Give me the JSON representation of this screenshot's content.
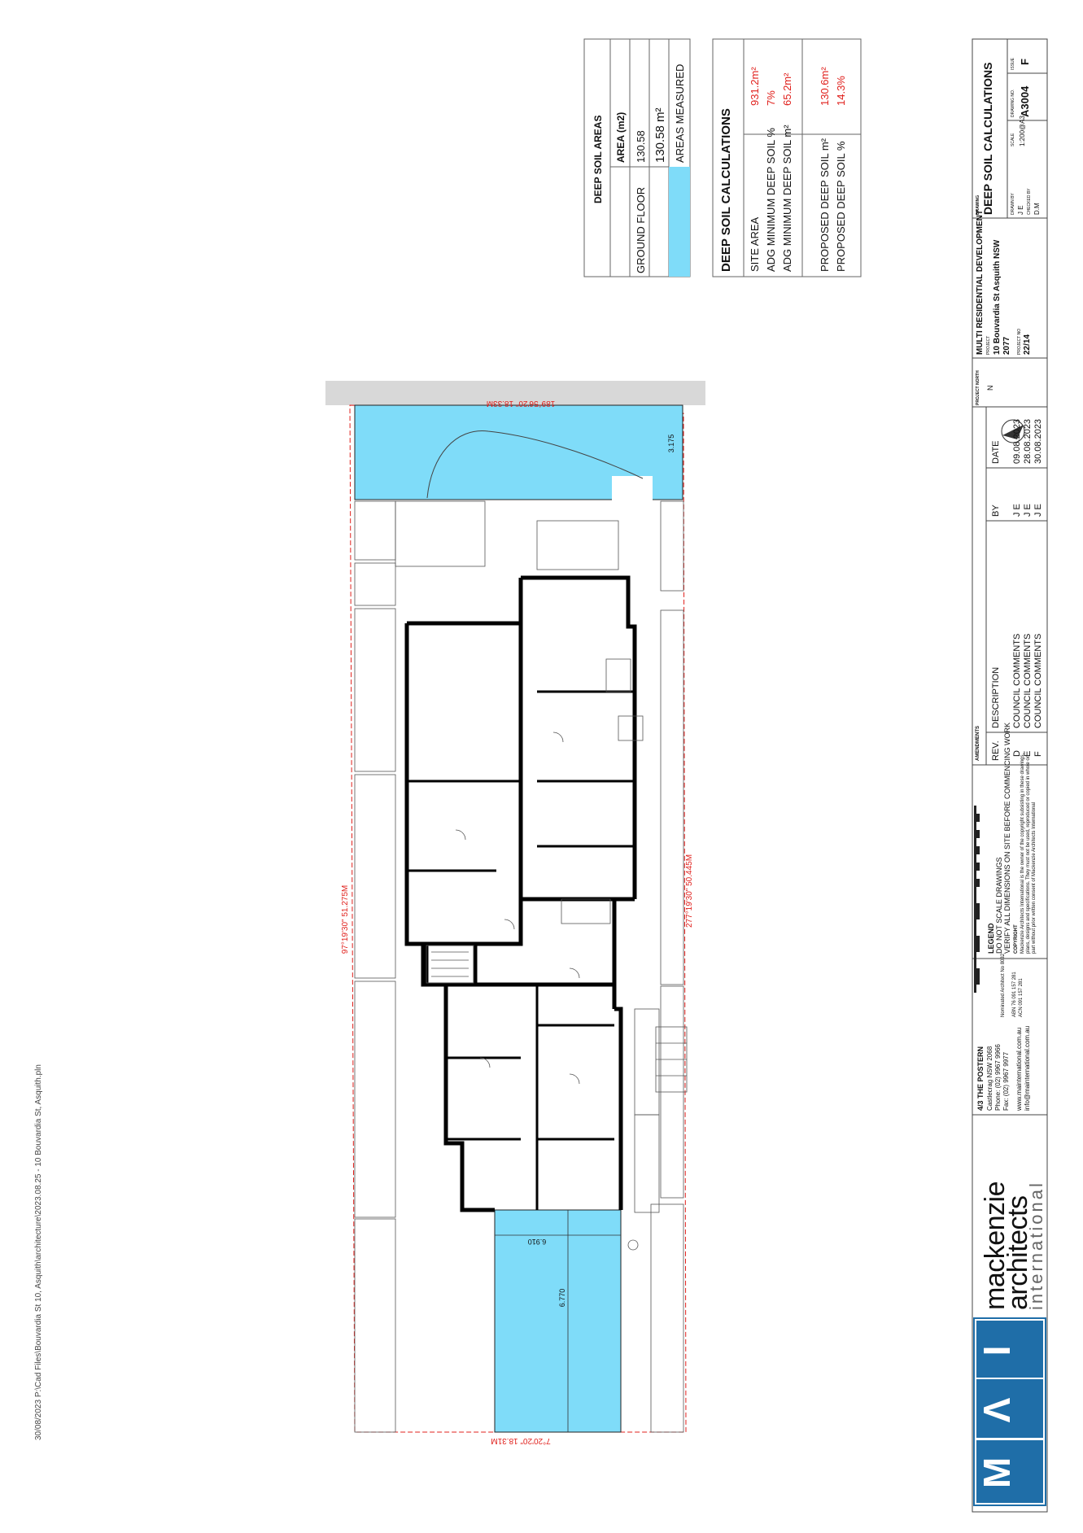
{
  "file_path": "30/08/2023 P:\\Cad Files\\Bouvardia St 10, Asquith\\architecture\\2023.08.25 - 10 Bouvardia St, Asquith.pln",
  "colors": {
    "deep_soil": "#7fdcf9",
    "site_boundary": "#e0201c",
    "brand_blue": "#1f6ea8",
    "walls": "#000000",
    "road": "#d8d8d8"
  },
  "plan": {
    "boundary_top": "189°56'20\" 18.33M",
    "boundary_left": "97°19'30\" 51.275M",
    "boundary_right": "277°19'30\" 50.445M",
    "boundary_bottom": "7°20'20\" 18.31M",
    "dim_setback": "3.175",
    "dim_width": "6.910",
    "dim_length": "6.770"
  },
  "deep_soil_areas": {
    "title": "DEEP SOIL AREAS",
    "col_header": "AREA (m2)",
    "row_label": "GROUND FLOOR",
    "row_value": "130.58",
    "total": "130.58 m²",
    "legend_label": "AREAS MEASURED"
  },
  "deep_soil_calc": {
    "title": "DEEP SOIL CALCULATIONS",
    "rows": [
      {
        "label": "SITE AREA",
        "value": "931.2m²"
      },
      {
        "label": "ADG MINIMUM DEEP SOIL %",
        "value": "7%"
      },
      {
        "label": "ADG MINIMUM DEEP SOIL m²",
        "value": "65.2m²"
      },
      {
        "label": "PROPOSED DEEP SOIL m²",
        "value": "130.6m²"
      },
      {
        "label": "PROPOSED DEEP SOIL %",
        "value": "14.3%"
      }
    ]
  },
  "title_block": {
    "brand_line1": "mackenzie",
    "brand_line2": "architects",
    "brand_line3": "international",
    "address_title": "4/3 THE POSTERN",
    "address_lines": [
      "Castlecrag NSW 2068",
      "Phone: (02) 9967 9966",
      "Fax: (02) 9967 9977",
      "www.mainternational.com.au",
      "info@mainternational.com.au"
    ],
    "registration_lines": [
      "Nominated Architect No 8032",
      "ABN 76 091 157 281",
      "ACN 091 157 281"
    ],
    "legend_title": "LEGEND",
    "legend_lines": [
      "DO NOT SCALE DRAWINGS",
      "VERIFY ALL DIMENSIONS ON SITE BEFORE COMMENCING WORK"
    ],
    "copyright_title": "COPYRIGHT",
    "copyright_lines": [
      "Mackenzie Architects International is the owner of the copyright subsisting in these drawings,",
      "plans, designs and specifications. They must not be used, reproduced or copied in whole or",
      "part without prior written consent of Mackenzie Architects International"
    ],
    "amendments_label": "AMENDMENTS",
    "col_rev": "REV.",
    "col_description": "DESCRIPTION",
    "col_by": "BY",
    "col_date": "DATE",
    "amendments": [
      {
        "rev": "D",
        "description": "COUNCIL COMMENTS",
        "by": "J E",
        "date": "09.08.2023"
      },
      {
        "rev": "E",
        "description": "COUNCIL COMMENTS",
        "by": "J E",
        "date": "28.08.2023"
      },
      {
        "rev": "F",
        "description": "COUNCIL COMMENTS",
        "by": "J E",
        "date": "30.08.2023"
      }
    ],
    "north_label": "PROJECT NORTH",
    "north_letter": "N",
    "project_heading": "MULTI RESIDENTIAL DEVELOPMENT",
    "project_label": "PROJECT",
    "project_address1": "10 Bouvardia St Asquith NSW",
    "project_address2": "2077",
    "project_no_label": "PROJECT NO",
    "project_no": "22/14",
    "drawing_label": "DRAWING",
    "drawing_title": "DEEP SOIL CALCULATIONS",
    "drawn_by_label": "DRAWN BY",
    "drawn_by": "J E",
    "checked_by_label": "CHECKED BY",
    "checked_by": "D.M",
    "scale_label": "SCALE",
    "scale": "1:200@A3",
    "drawing_no_label": "DRAWING NO.",
    "drawing_no": "A3004",
    "issue_label": "ISSUE",
    "issue": "F"
  }
}
